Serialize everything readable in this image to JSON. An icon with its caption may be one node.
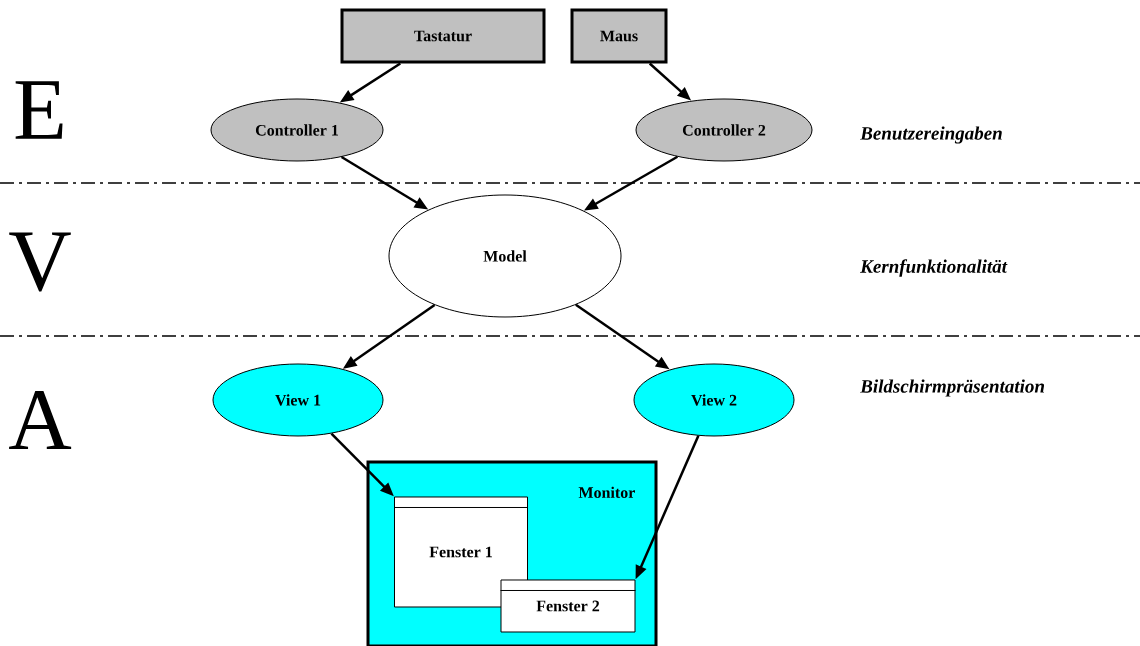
{
  "diagram": {
    "nodes": [
      {
        "text": [
          "Tastatur"
        ]
      },
      {
        "text": [
          "Maus"
        ]
      },
      {
        "text": [
          "Controller 1"
        ]
      },
      {
        "text": [
          "Controller 2"
        ]
      },
      {
        "text": [
          "Model"
        ]
      },
      {
        "text": [
          "View 1"
        ]
      },
      {
        "text": [
          "View 2"
        ]
      },
      {
        "text": [
          "Monitor"
        ]
      },
      {
        "text": [
          "Fenster 1"
        ],
        "in": 7
      },
      {
        "text": [
          "Fenster 2"
        ],
        "in": 7
      }
    ],
    "edges": [
      {
        "from": 0,
        "to": 2,
        "arrow": "to"
      },
      {
        "from": 1,
        "to": 3,
        "arrow": "to"
      },
      {
        "from": 2,
        "to": 4,
        "arrow": "to"
      },
      {
        "from": 3,
        "to": 4,
        "arrow": "to"
      },
      {
        "from": 4,
        "to": 5,
        "arrow": "to"
      },
      {
        "from": 4,
        "to": 6,
        "arrow": "to"
      },
      {
        "from": 5,
        "to": 8,
        "arrow": "to"
      },
      {
        "from": 6,
        "to": 9,
        "arrow": "to"
      }
    ],
    "labels": [
      "E",
      "Benutzereingaben",
      "V",
      "Kernfunktionalität",
      "A",
      "Bildschirmpräsentation"
    ]
  }
}
